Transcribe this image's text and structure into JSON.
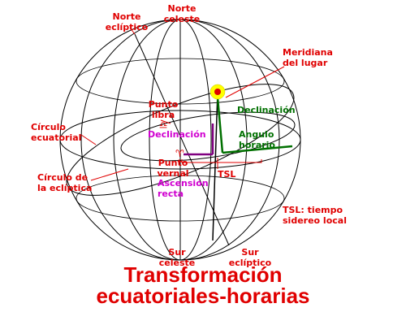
{
  "labels": {
    "norte_celeste": [
      "Norte",
      "celeste"
    ],
    "norte_ecliptico": [
      "Norte",
      "eclíptico"
    ],
    "meridiana": [
      "Meridiana",
      "del lugar"
    ],
    "punto_libra": [
      "Punto",
      "libra"
    ],
    "libra_symbol": "♎",
    "declinacion_sol": "Declinación",
    "declinacion_mag": "Declinación",
    "circulo_ecuatorial": [
      "Círculo",
      "ecuatorial"
    ],
    "angulo_horario": [
      "Angulo",
      "horario"
    ],
    "aries_symbol": "♈",
    "punto_vernal": [
      "Punto",
      "vernal"
    ],
    "tsl": "TSL",
    "ascension_recta": [
      "Ascensión",
      "recta"
    ],
    "circulo_ecliptica": [
      "Círculo de",
      "la eclíptica"
    ],
    "tsl_note": [
      "TSL: tiempo",
      "sidereo local"
    ],
    "sur_celeste": [
      "Sur",
      "celeste"
    ],
    "sur_ecliptico": [
      "Sur",
      "eclíptico"
    ]
  },
  "title": [
    "Transformación",
    "ecuatoriales-horarias"
  ],
  "colors": {
    "red": "#e00000",
    "green": "#007000",
    "magenta": "#d000d0",
    "purple": "#800080",
    "sun": "#ffff00",
    "line": "#000000"
  }
}
